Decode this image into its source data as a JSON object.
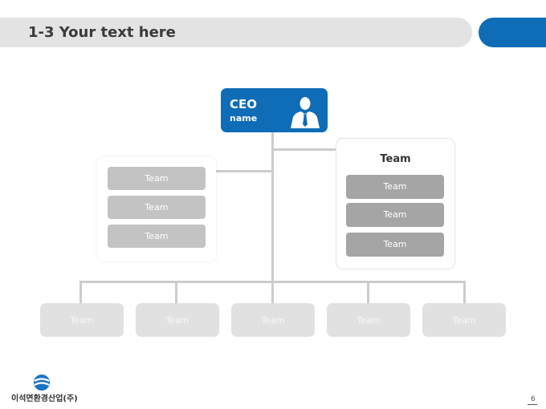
{
  "slide": {
    "title": "1-3 Your text here",
    "page_number": "6"
  },
  "ceo": {
    "title": "CEO",
    "name": "name",
    "icon": "person-icon"
  },
  "left_panel": {
    "teams": [
      "Team",
      "Team",
      "Team"
    ]
  },
  "right_panel": {
    "heading": "Team",
    "teams": [
      "Team",
      "Team",
      "Team"
    ]
  },
  "bottom_row": {
    "teams": [
      "Team",
      "Team",
      "Team",
      "Team",
      "Team"
    ]
  },
  "footer": {
    "company_name": "이석면환경산업(주)",
    "logo_icon": "company-logo-icon"
  },
  "colors": {
    "accent": "#0f6cb6",
    "title_bar": "#e3e3e3",
    "connector": "#cccccc"
  }
}
